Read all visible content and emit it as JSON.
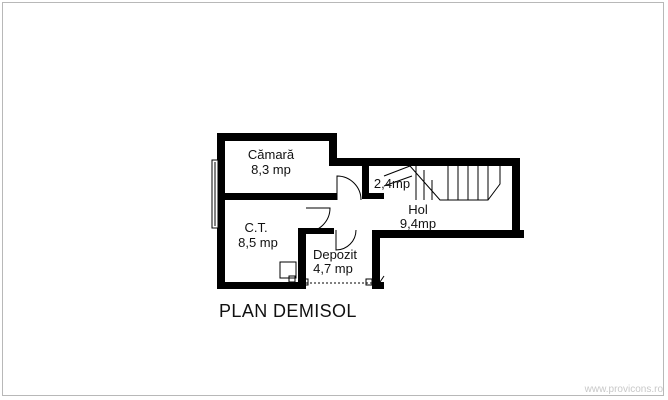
{
  "plan": {
    "title": "PLAN DEMISOL",
    "rooms": [
      {
        "name": "Cămară",
        "area": "8,3 mp"
      },
      {
        "name": "C.T.",
        "area": "8,5 mp"
      },
      {
        "name": "Depozit",
        "area": "4,7 mp"
      },
      {
        "name": "Hol",
        "area": "9,4mp"
      }
    ],
    "landing_area": "2,4mp"
  },
  "watermark": "www.provicons.ro",
  "colors": {
    "wall": "#000000",
    "frame": "#b8b8b8",
    "watermark": "#c8c8c8"
  }
}
